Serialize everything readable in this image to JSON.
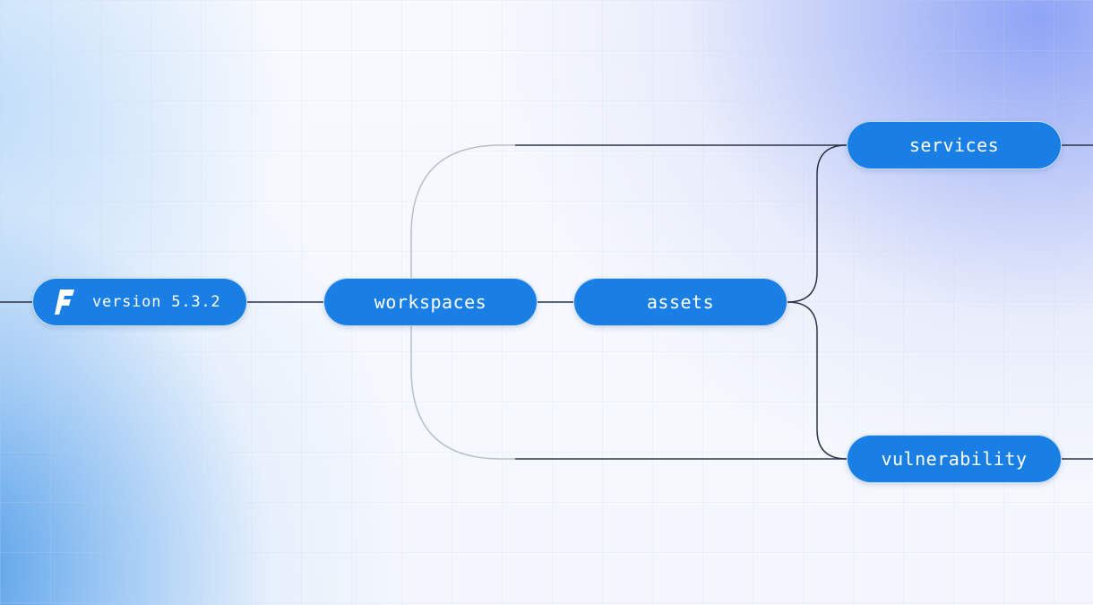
{
  "diagram": {
    "nodes": {
      "version": {
        "label": "version 5.3.2",
        "icon": "faraday-logo-icon"
      },
      "workspaces": {
        "label": "workspaces"
      },
      "assets": {
        "label": "assets"
      },
      "services": {
        "label": "services"
      },
      "vulnerability": {
        "label": "vulnerability"
      }
    },
    "edges": [
      {
        "from": "version",
        "to": "workspaces"
      },
      {
        "from": "workspaces",
        "to": "assets"
      },
      {
        "from": "workspaces",
        "to": "services"
      },
      {
        "from": "workspaces",
        "to": "vulnerability"
      },
      {
        "from": "assets",
        "to": "services"
      },
      {
        "from": "assets",
        "to": "vulnerability"
      }
    ],
    "colors": {
      "node_fill": "#1a7fe4",
      "connector": "#2c3447",
      "connector_light": "#b9bfca"
    }
  }
}
